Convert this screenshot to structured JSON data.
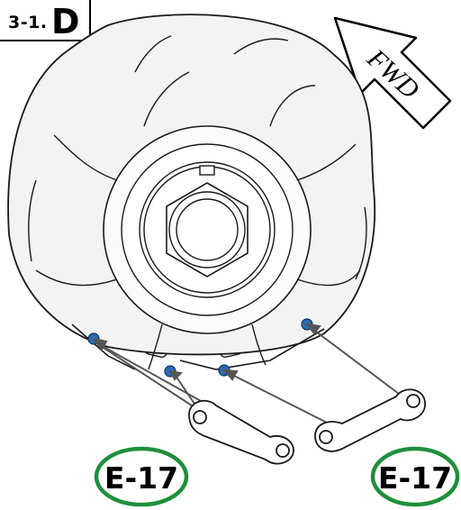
{
  "step": {
    "number": "3-1.",
    "letter": "D"
  },
  "direction_arrow": {
    "text": "FWD"
  },
  "callouts": [
    {
      "text": "E-17",
      "ring_color": "#1f8f3a"
    },
    {
      "text": "E-17",
      "ring_color": "#1f8f3a"
    }
  ],
  "colors": {
    "line": "#1a1a1a",
    "fastener": "#2b6bb3",
    "pointer": "#555555"
  }
}
